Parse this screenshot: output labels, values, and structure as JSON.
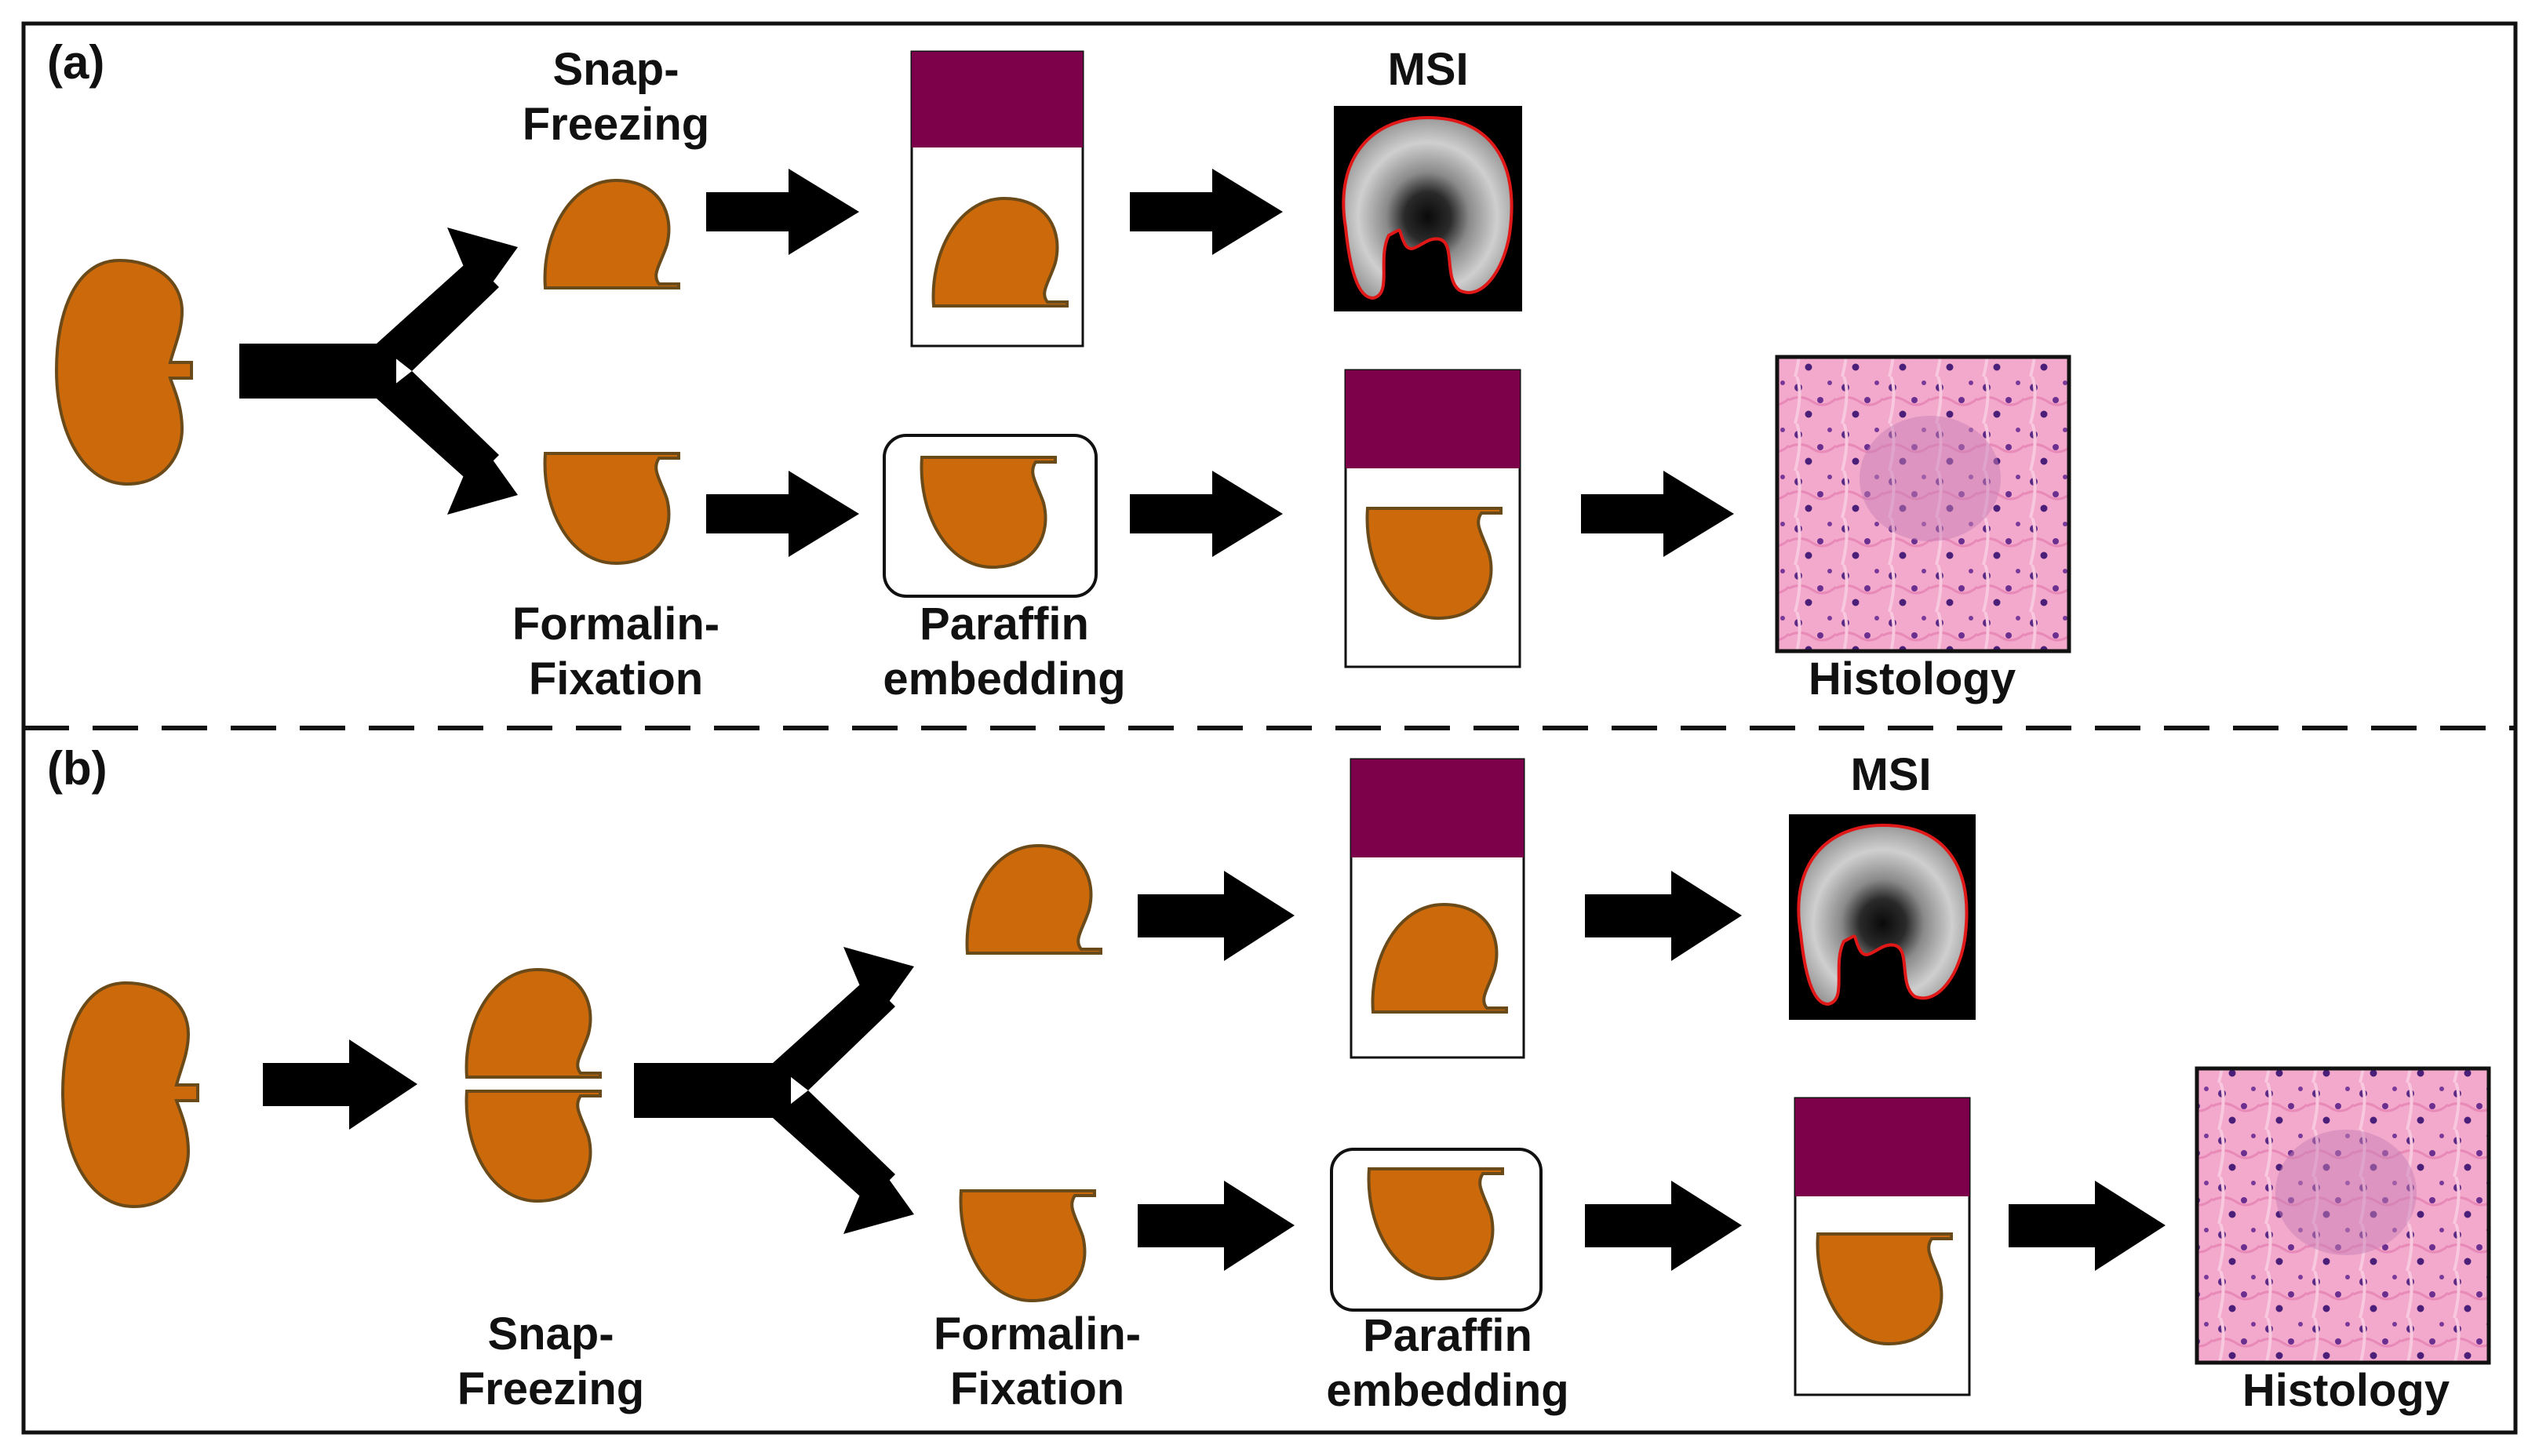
{
  "panels": [
    {
      "id": "a",
      "label": "(a)"
    },
    {
      "id": "b",
      "label": "(b)"
    }
  ],
  "labels": {
    "a_snap_line1": "Snap-",
    "a_snap_line2": "Freezing",
    "a_formalin_line1": "Formalin-",
    "a_formalin_line2": "Fixation",
    "a_paraffin_line1": "Paraffin",
    "a_paraffin_line2": "embedding",
    "a_msi": "MSI",
    "a_histology": "Histology",
    "b_snap_line1": "Snap-",
    "b_snap_line2": "Freezing",
    "b_formalin_line1": "Formalin-",
    "b_formalin_line2": "Fixation",
    "b_paraffin_line1": "Paraffin",
    "b_paraffin_line2": "embedding",
    "b_msi": "MSI",
    "b_histology": "Histology"
  },
  "colors": {
    "kidney": "#cc6a0b",
    "kidney_stroke": "#6b4a1a",
    "slide_label": "#7d004a",
    "arrow": "#000000",
    "msi_outline": "#e01818",
    "histology_base": "#f2a9cc",
    "histology_nuclei": "#3a1a6e"
  }
}
